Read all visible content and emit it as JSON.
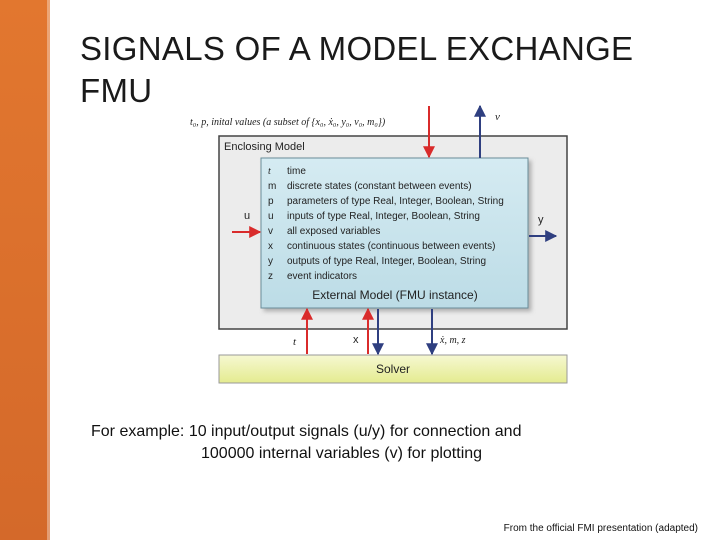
{
  "title": "SIGNALS OF A MODEL EXCHANGE FMU",
  "diagram": {
    "top_label": "t₀, p, inital values (a subset of {x₀, ẋ₀, y₀, v₀, m₀})",
    "v_label": "v",
    "enclosing_model_label": "Enclosing Model",
    "u_label": "u",
    "y_label": "y",
    "signals": [
      {
        "symbol": "t",
        "desc": "time"
      },
      {
        "symbol": "m",
        "desc": "discrete states (constant between events)"
      },
      {
        "symbol": "p",
        "desc": "parameters of type Real, Integer, Boolean, String"
      },
      {
        "symbol": "u",
        "desc": "inputs of type Real, Integer, Boolean, String"
      },
      {
        "symbol": "v",
        "desc": "all exposed variables"
      },
      {
        "symbol": "x",
        "desc": "continuous states (continuous between events)"
      },
      {
        "symbol": "y",
        "desc": "outputs of type Real, Integer, Boolean, String"
      },
      {
        "symbol": "z",
        "desc": "event indicators"
      }
    ],
    "fmu_label": "External Model (FMU instance)",
    "t_label": "t",
    "x_label": "x",
    "xmz_label": "ẋ, m, z",
    "solver_label": "Solver",
    "colors": {
      "fmu_fill": "#c7e3ec",
      "solver_fill": "#eef2b8",
      "arrow_red": "#d92b2b",
      "arrow_blue": "#2f3f80",
      "enclosing_fill": "#ececec"
    }
  },
  "caption": {
    "line1": "For example: 10 input/output signals (u/y) for connection and",
    "line2": "100000 internal variables (v) for plotting"
  },
  "footnote": "From the official FMI presentation (adapted)"
}
